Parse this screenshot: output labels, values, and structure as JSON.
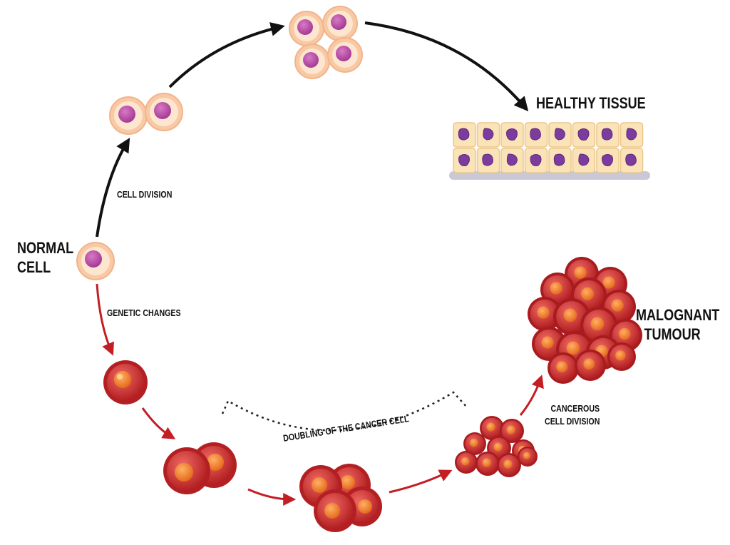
{
  "labels": {
    "normal_cell": [
      "NORMAL",
      "CELL"
    ],
    "cell_division": "CELL DIVISION",
    "genetic_changes": "GENETIC CHANGES",
    "healthy_tissue": "HEALTHY TISSUE",
    "malignant_tumour": [
      "MALOGNANT",
      "TUMOUR"
    ],
    "cancerous_cell_division": [
      "CANCEROUS",
      "CELL DIVISION"
    ],
    "doubling": "DOUBLING OF THE CANCER CELL"
  },
  "colors": {
    "normal_outer": "#f8c9a4",
    "normal_ring": "#fde6cf",
    "normal_nucleus": "#b84aa6",
    "cancer_outer": "#c8272a",
    "cancer_mid": "#e24a48",
    "cancer_nucleus": "#f07d2c",
    "tissue_cell": "#fbe3b8",
    "tissue_nucleus": "#7b3c9e",
    "arrow_black": "#111111",
    "arrow_red": "#c41e25"
  }
}
